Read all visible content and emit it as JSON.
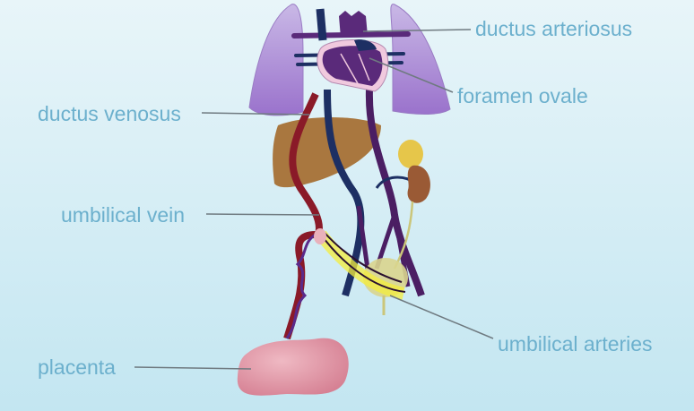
{
  "labels": {
    "ductus_arteriosus": "ductus arteriosus",
    "foramen_ovale": "foramen ovale",
    "ductus_venosus": "ductus venosus",
    "umbilical_vein": "umbilical vein",
    "umbilical_arteries": "umbilical arteries",
    "placenta": "placenta"
  },
  "colors": {
    "label": "#6cb0cd",
    "lung": "#a98bd0",
    "heart": "#5a2a7a",
    "liver": "#a9773f",
    "oxygenated": "#8a1a28",
    "deoxygenated": "#1d2f63",
    "mixed": "#4b1e63",
    "placenta": "#e2a0ad"
  }
}
